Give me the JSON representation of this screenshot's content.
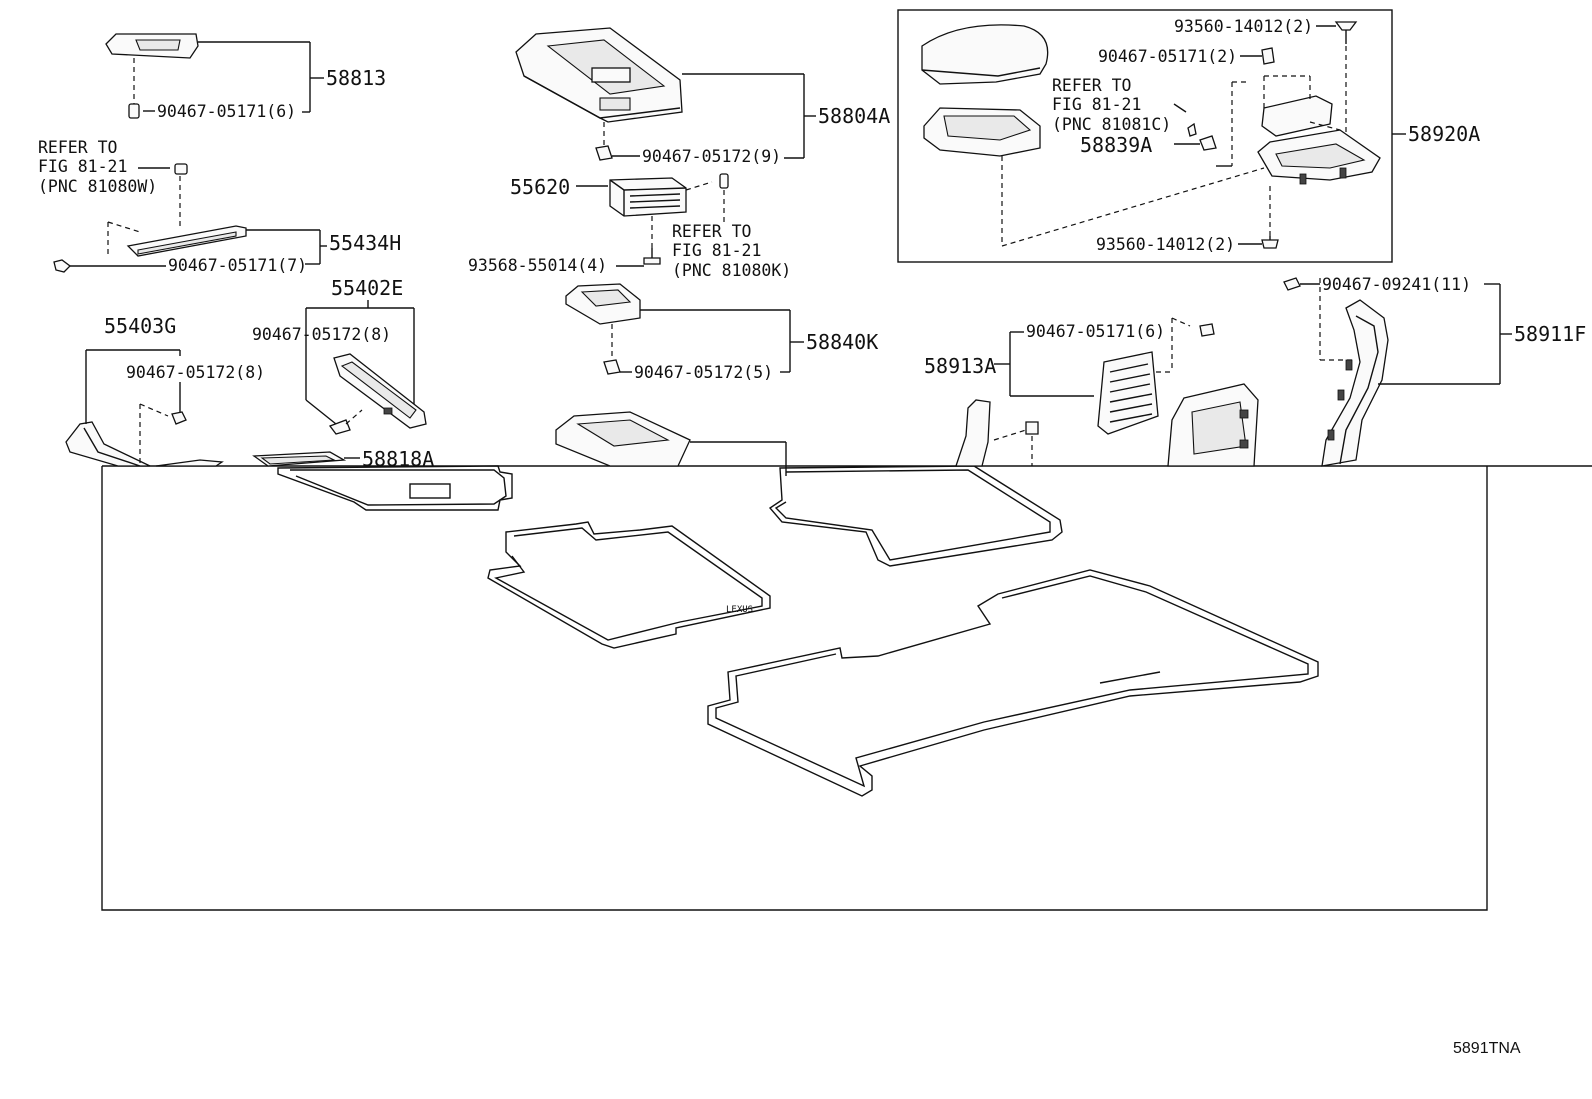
{
  "labels": {
    "p58813": "58813",
    "c58813": "90467-05171(6)",
    "ref1a": "REFER TO",
    "ref1b": "FIG 81-21",
    "ref1c": "(PNC 81080W)",
    "p55434H": "55434H",
    "c55434H": "90467-05171(7)",
    "p55402E": "55402E",
    "c55402E": "90467-05172(8)",
    "p55403G": "55403G",
    "c55403G": "90467-05172(8)",
    "p58818A": "58818A",
    "p58804A": "58804A",
    "c58804A": "90467-05172(9)",
    "p55620": "55620",
    "ref2a": "REFER TO",
    "ref2b": "FIG 81-21",
    "ref2c": "(PNC 81080K)",
    "s93568": "93568-55014(4)",
    "p58840K": "58840K",
    "c58840K": "90467-05172(5)",
    "s93560a": "93560-14012(2)",
    "c90467b": "90467-05171(2)",
    "ref3a": "REFER TO",
    "ref3b": "FIG 81-21",
    "ref3c": "(PNC 81081C)",
    "p58839A": "58839A",
    "p58920A": "58920A",
    "s93560b": "93560-14012(2)",
    "c58911F": "90467-09241(11)",
    "p58911F": "58911F",
    "c58913A": "90467-05171(6)",
    "p58913A": "58913A"
  },
  "figure_code": "5891TNA"
}
